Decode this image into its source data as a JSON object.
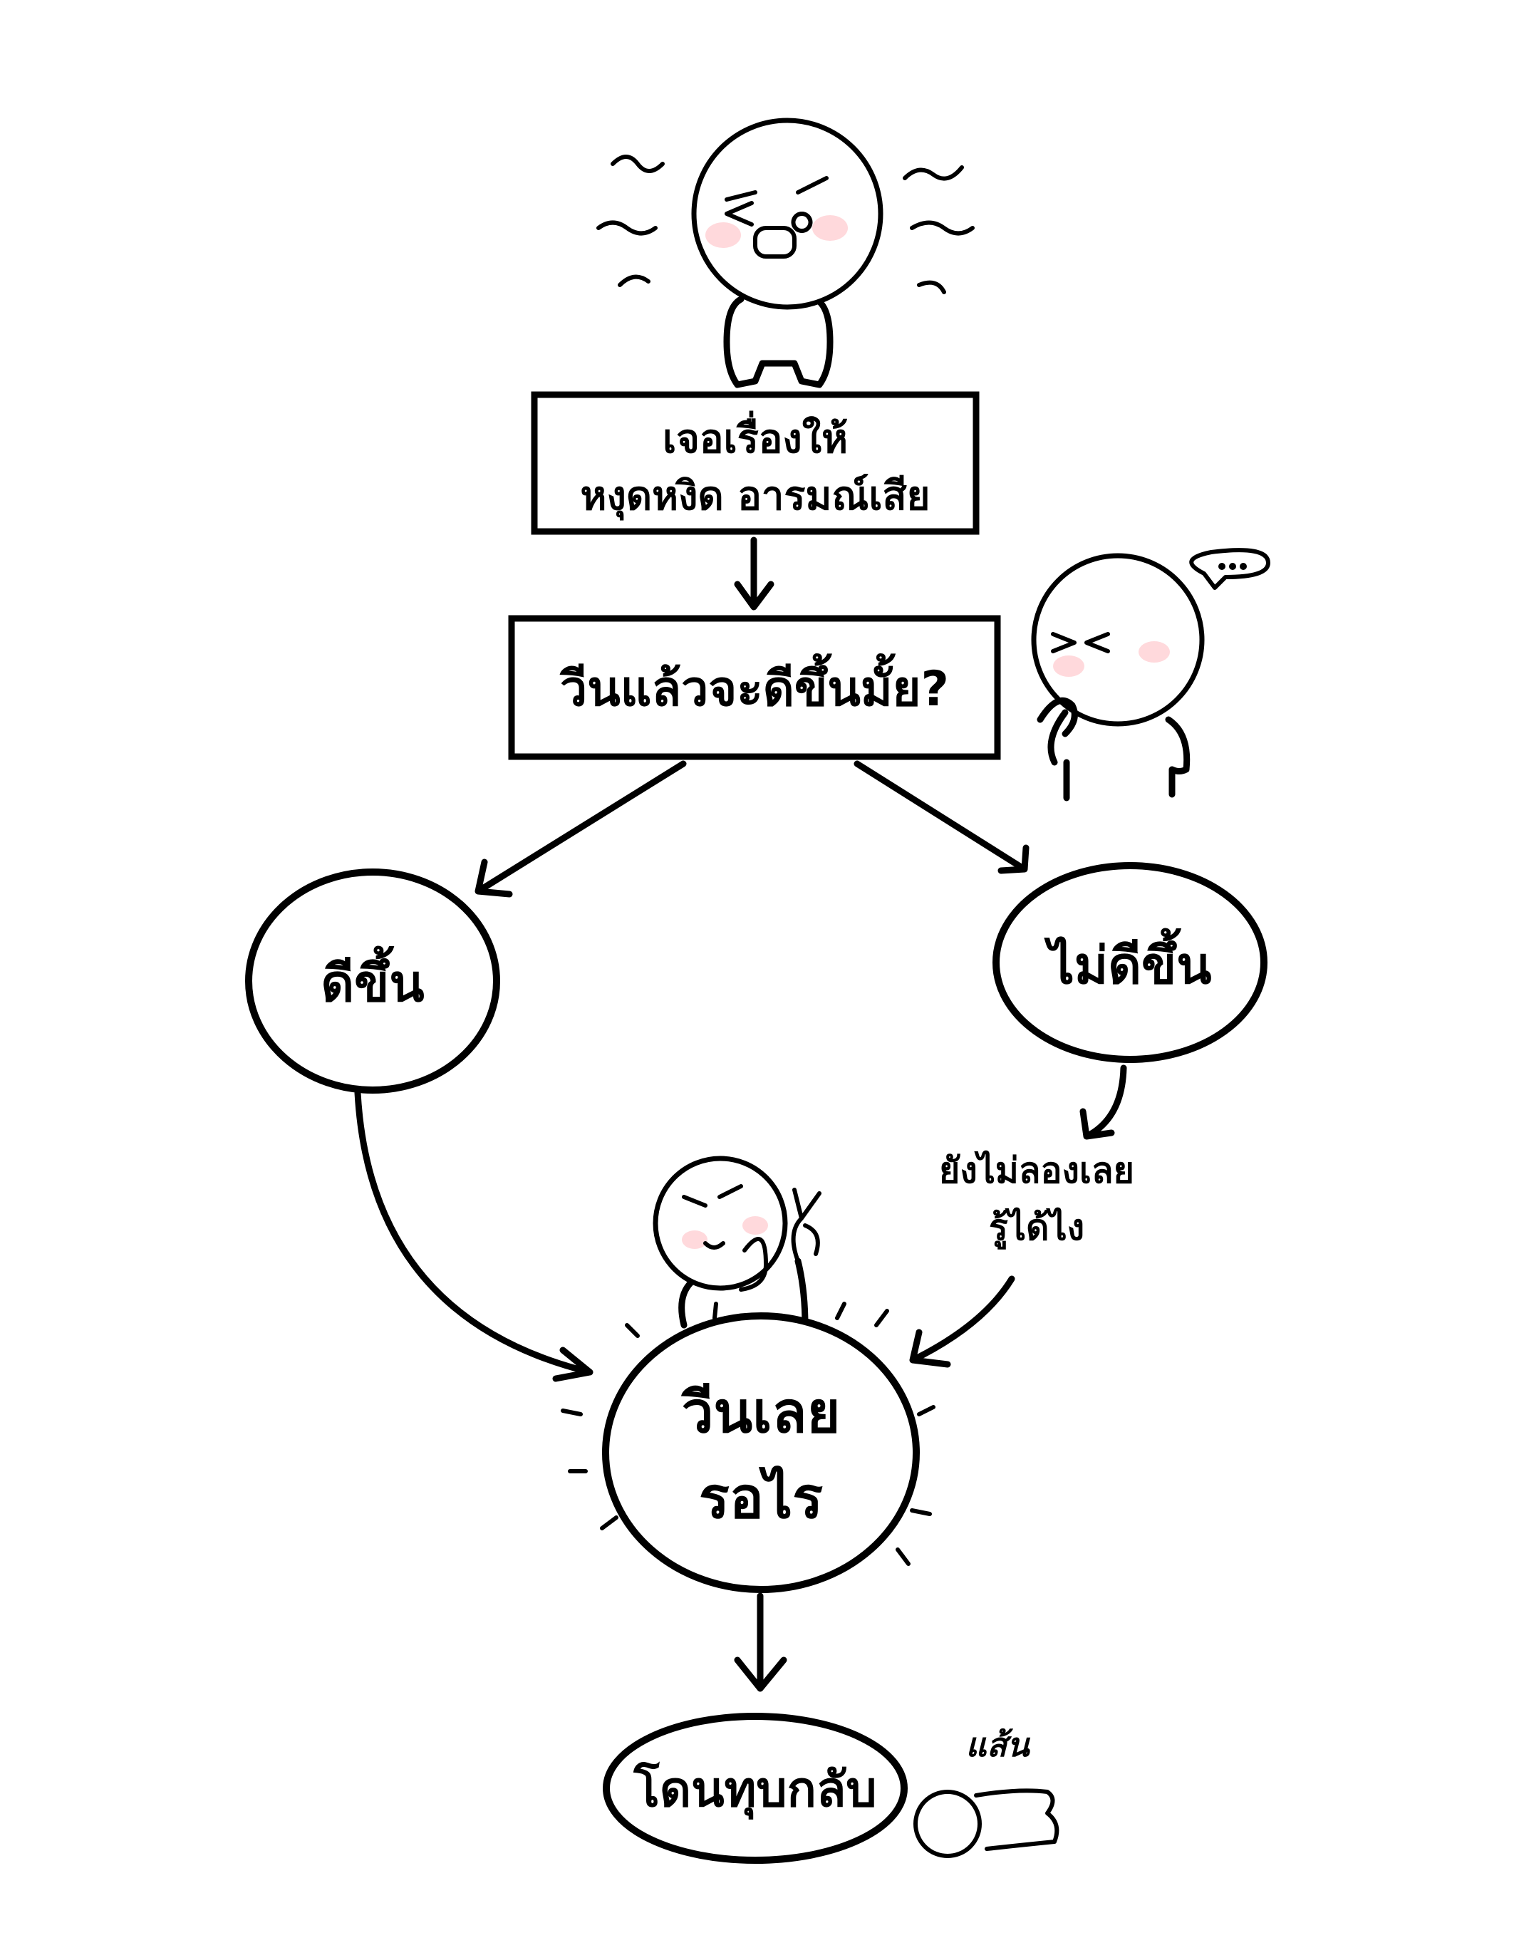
{
  "nodes": {
    "start": {
      "line1": "เจอเรื่องให้",
      "line2": "หงุดหงิด อารมณ์เสีย"
    },
    "question": "วีนแล้วจะดีขึ้นมั้ย?",
    "better": "ดีขึ้น",
    "not_better": "ไม่ดีขึ้น",
    "not_better_note": {
      "line1": "ยังไม่ลองเลย",
      "line2": "รู้ได้ไง"
    },
    "action": {
      "line1": "วีนเลย",
      "line2": "รอไร"
    },
    "result": "โดนทุบกลับ",
    "result_note": "แส้น"
  },
  "colors": {
    "ink": "#000000",
    "blush": "#ffd9dc"
  }
}
